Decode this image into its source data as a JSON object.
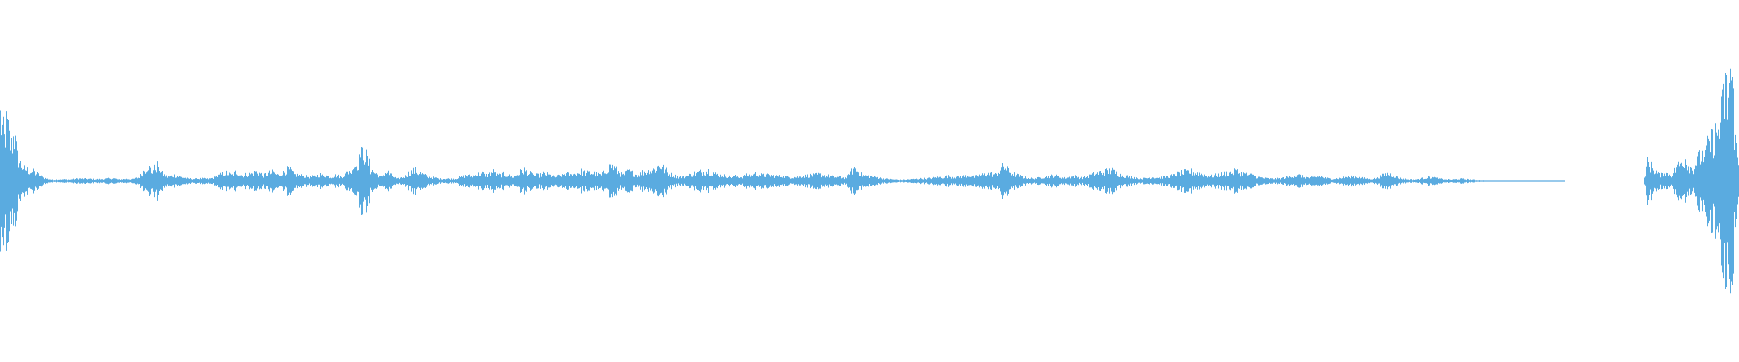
{
  "waveform": {
    "color": "#5aabe0",
    "background": "#ffffff",
    "duration_fraction_silent_tail_start": 0.917,
    "envelope": [
      [
        0.0,
        0.34
      ],
      [
        0.002,
        0.22
      ],
      [
        0.004,
        0.3
      ],
      [
        0.006,
        0.18
      ],
      [
        0.008,
        0.26
      ],
      [
        0.01,
        0.12
      ],
      [
        0.012,
        0.08
      ],
      [
        0.015,
        0.06
      ],
      [
        0.018,
        0.05
      ],
      [
        0.021,
        0.04
      ],
      [
        0.024,
        0.02
      ],
      [
        0.027,
        0.01
      ],
      [
        0.03,
        0.005
      ],
      [
        0.035,
        0.008
      ],
      [
        0.04,
        0.006
      ],
      [
        0.045,
        0.012
      ],
      [
        0.05,
        0.01
      ],
      [
        0.055,
        0.008
      ],
      [
        0.06,
        0.01
      ],
      [
        0.065,
        0.014
      ],
      [
        0.068,
        0.006
      ],
      [
        0.072,
        0.01
      ],
      [
        0.076,
        0.008
      ],
      [
        0.08,
        0.02
      ],
      [
        0.083,
        0.06
      ],
      [
        0.085,
        0.09
      ],
      [
        0.087,
        0.05
      ],
      [
        0.089,
        0.07
      ],
      [
        0.091,
        0.09
      ],
      [
        0.093,
        0.04
      ],
      [
        0.096,
        0.02
      ],
      [
        0.1,
        0.03
      ],
      [
        0.104,
        0.02
      ],
      [
        0.108,
        0.012
      ],
      [
        0.112,
        0.01
      ],
      [
        0.116,
        0.012
      ],
      [
        0.12,
        0.01
      ],
      [
        0.124,
        0.02
      ],
      [
        0.127,
        0.035
      ],
      [
        0.13,
        0.045
      ],
      [
        0.133,
        0.03
      ],
      [
        0.136,
        0.05
      ],
      [
        0.139,
        0.03
      ],
      [
        0.142,
        0.035
      ],
      [
        0.145,
        0.04
      ],
      [
        0.148,
        0.05
      ],
      [
        0.151,
        0.03
      ],
      [
        0.154,
        0.04
      ],
      [
        0.157,
        0.045
      ],
      [
        0.16,
        0.03
      ],
      [
        0.163,
        0.055
      ],
      [
        0.166,
        0.06
      ],
      [
        0.169,
        0.035
      ],
      [
        0.172,
        0.03
      ],
      [
        0.175,
        0.025
      ],
      [
        0.178,
        0.02
      ],
      [
        0.181,
        0.025
      ],
      [
        0.184,
        0.035
      ],
      [
        0.187,
        0.03
      ],
      [
        0.19,
        0.02
      ],
      [
        0.193,
        0.03
      ],
      [
        0.196,
        0.02
      ],
      [
        0.199,
        0.04
      ],
      [
        0.202,
        0.07
      ],
      [
        0.205,
        0.09
      ],
      [
        0.207,
        0.12
      ],
      [
        0.209,
        0.16
      ],
      [
        0.211,
        0.11
      ],
      [
        0.213,
        0.06
      ],
      [
        0.216,
        0.04
      ],
      [
        0.219,
        0.02
      ],
      [
        0.222,
        0.05
      ],
      [
        0.225,
        0.03
      ],
      [
        0.228,
        0.01
      ],
      [
        0.232,
        0.02
      ],
      [
        0.235,
        0.04
      ],
      [
        0.238,
        0.055
      ],
      [
        0.241,
        0.045
      ],
      [
        0.244,
        0.03
      ],
      [
        0.247,
        0.02
      ],
      [
        0.25,
        0.015
      ],
      [
        0.253,
        0.01
      ],
      [
        0.256,
        0.012
      ],
      [
        0.259,
        0.01
      ],
      [
        0.262,
        0.012
      ],
      [
        0.265,
        0.02
      ],
      [
        0.268,
        0.03
      ],
      [
        0.271,
        0.025
      ],
      [
        0.274,
        0.035
      ],
      [
        0.277,
        0.04
      ],
      [
        0.28,
        0.03
      ],
      [
        0.283,
        0.05
      ],
      [
        0.286,
        0.03
      ],
      [
        0.289,
        0.035
      ],
      [
        0.292,
        0.03
      ],
      [
        0.295,
        0.02
      ],
      [
        0.298,
        0.04
      ],
      [
        0.301,
        0.06
      ],
      [
        0.304,
        0.04
      ],
      [
        0.307,
        0.03
      ],
      [
        0.31,
        0.03
      ],
      [
        0.313,
        0.04
      ],
      [
        0.316,
        0.03
      ],
      [
        0.319,
        0.02
      ],
      [
        0.322,
        0.03
      ],
      [
        0.325,
        0.04
      ],
      [
        0.328,
        0.03
      ],
      [
        0.331,
        0.04
      ],
      [
        0.334,
        0.05
      ],
      [
        0.337,
        0.04
      ],
      [
        0.34,
        0.045
      ],
      [
        0.343,
        0.035
      ],
      [
        0.346,
        0.03
      ],
      [
        0.349,
        0.07
      ],
      [
        0.352,
        0.08
      ],
      [
        0.355,
        0.05
      ],
      [
        0.358,
        0.03
      ],
      [
        0.361,
        0.05
      ],
      [
        0.364,
        0.04
      ],
      [
        0.367,
        0.03
      ],
      [
        0.37,
        0.05
      ],
      [
        0.373,
        0.05
      ],
      [
        0.376,
        0.06
      ],
      [
        0.379,
        0.09
      ],
      [
        0.381,
        0.07
      ],
      [
        0.384,
        0.04
      ],
      [
        0.387,
        0.03
      ],
      [
        0.39,
        0.02
      ],
      [
        0.393,
        0.02
      ],
      [
        0.396,
        0.03
      ],
      [
        0.399,
        0.04
      ],
      [
        0.402,
        0.045
      ],
      [
        0.405,
        0.05
      ],
      [
        0.408,
        0.055
      ],
      [
        0.411,
        0.04
      ],
      [
        0.414,
        0.03
      ],
      [
        0.417,
        0.03
      ],
      [
        0.42,
        0.02
      ],
      [
        0.423,
        0.025
      ],
      [
        0.426,
        0.02
      ],
      [
        0.429,
        0.03
      ],
      [
        0.432,
        0.03
      ],
      [
        0.435,
        0.04
      ],
      [
        0.438,
        0.03
      ],
      [
        0.441,
        0.03
      ],
      [
        0.444,
        0.03
      ],
      [
        0.447,
        0.025
      ],
      [
        0.45,
        0.025
      ],
      [
        0.453,
        0.02
      ],
      [
        0.456,
        0.02
      ],
      [
        0.459,
        0.02
      ],
      [
        0.462,
        0.025
      ],
      [
        0.465,
        0.03
      ],
      [
        0.468,
        0.03
      ],
      [
        0.471,
        0.035
      ],
      [
        0.474,
        0.03
      ],
      [
        0.477,
        0.025
      ],
      [
        0.48,
        0.02
      ],
      [
        0.483,
        0.02
      ],
      [
        0.486,
        0.015
      ],
      [
        0.489,
        0.04
      ],
      [
        0.491,
        0.07
      ],
      [
        0.493,
        0.05
      ],
      [
        0.496,
        0.03
      ],
      [
        0.5,
        0.025
      ],
      [
        0.503,
        0.02
      ],
      [
        0.506,
        0.015
      ],
      [
        0.509,
        0.01
      ],
      [
        0.512,
        0.008
      ],
      [
        0.515,
        0.006
      ],
      [
        0.518,
        0.005
      ],
      [
        0.521,
        0.006
      ],
      [
        0.524,
        0.008
      ],
      [
        0.527,
        0.01
      ],
      [
        0.53,
        0.012
      ],
      [
        0.533,
        0.012
      ],
      [
        0.536,
        0.015
      ],
      [
        0.539,
        0.018
      ],
      [
        0.542,
        0.02
      ],
      [
        0.545,
        0.025
      ],
      [
        0.548,
        0.02
      ],
      [
        0.551,
        0.02
      ],
      [
        0.554,
        0.025
      ],
      [
        0.557,
        0.03
      ],
      [
        0.56,
        0.02
      ],
      [
        0.563,
        0.03
      ],
      [
        0.566,
        0.035
      ],
      [
        0.569,
        0.04
      ],
      [
        0.572,
        0.03
      ],
      [
        0.575,
        0.06
      ],
      [
        0.577,
        0.08
      ],
      [
        0.579,
        0.06
      ],
      [
        0.582,
        0.04
      ],
      [
        0.585,
        0.03
      ],
      [
        0.588,
        0.02
      ],
      [
        0.591,
        0.015
      ],
      [
        0.594,
        0.012
      ],
      [
        0.597,
        0.015
      ],
      [
        0.6,
        0.02
      ],
      [
        0.603,
        0.025
      ],
      [
        0.606,
        0.03
      ],
      [
        0.609,
        0.02
      ],
      [
        0.612,
        0.015
      ],
      [
        0.615,
        0.02
      ],
      [
        0.618,
        0.025
      ],
      [
        0.621,
        0.015
      ],
      [
        0.624,
        0.02
      ],
      [
        0.627,
        0.03
      ],
      [
        0.63,
        0.04
      ],
      [
        0.633,
        0.045
      ],
      [
        0.636,
        0.05
      ],
      [
        0.639,
        0.055
      ],
      [
        0.642,
        0.04
      ],
      [
        0.645,
        0.03
      ],
      [
        0.648,
        0.025
      ],
      [
        0.651,
        0.02
      ],
      [
        0.654,
        0.015
      ],
      [
        0.657,
        0.012
      ],
      [
        0.66,
        0.015
      ],
      [
        0.663,
        0.02
      ],
      [
        0.666,
        0.015
      ],
      [
        0.669,
        0.02
      ],
      [
        0.672,
        0.025
      ],
      [
        0.675,
        0.03
      ],
      [
        0.678,
        0.04
      ],
      [
        0.681,
        0.045
      ],
      [
        0.684,
        0.05
      ],
      [
        0.687,
        0.045
      ],
      [
        0.69,
        0.04
      ],
      [
        0.693,
        0.03
      ],
      [
        0.696,
        0.025
      ],
      [
        0.699,
        0.03
      ],
      [
        0.702,
        0.035
      ],
      [
        0.705,
        0.04
      ],
      [
        0.708,
        0.045
      ],
      [
        0.711,
        0.05
      ],
      [
        0.714,
        0.04
      ],
      [
        0.717,
        0.035
      ],
      [
        0.72,
        0.03
      ],
      [
        0.723,
        0.02
      ],
      [
        0.726,
        0.015
      ],
      [
        0.729,
        0.012
      ],
      [
        0.732,
        0.01
      ],
      [
        0.735,
        0.012
      ],
      [
        0.738,
        0.015
      ],
      [
        0.741,
        0.02
      ],
      [
        0.744,
        0.025
      ],
      [
        0.747,
        0.03
      ],
      [
        0.75,
        0.02
      ],
      [
        0.753,
        0.015
      ],
      [
        0.756,
        0.02
      ],
      [
        0.759,
        0.025
      ],
      [
        0.762,
        0.015
      ],
      [
        0.765,
        0.01
      ],
      [
        0.768,
        0.012
      ],
      [
        0.771,
        0.015
      ],
      [
        0.774,
        0.02
      ],
      [
        0.777,
        0.025
      ],
      [
        0.78,
        0.02
      ],
      [
        0.783,
        0.015
      ],
      [
        0.786,
        0.012
      ],
      [
        0.789,
        0.01
      ],
      [
        0.792,
        0.015
      ],
      [
        0.795,
        0.03
      ],
      [
        0.798,
        0.04
      ],
      [
        0.801,
        0.03
      ],
      [
        0.804,
        0.015
      ],
      [
        0.807,
        0.01
      ],
      [
        0.81,
        0.008
      ],
      [
        0.813,
        0.006
      ],
      [
        0.816,
        0.01
      ],
      [
        0.819,
        0.015
      ],
      [
        0.822,
        0.02
      ],
      [
        0.825,
        0.015
      ],
      [
        0.828,
        0.01
      ],
      [
        0.831,
        0.008
      ],
      [
        0.834,
        0.006
      ],
      [
        0.837,
        0.008
      ],
      [
        0.84,
        0.01
      ],
      [
        0.843,
        0.008
      ],
      [
        0.846,
        0.006
      ],
      [
        0.849,
        0.004
      ],
      [
        0.852,
        0.003
      ],
      [
        0.855,
        0.002
      ],
      [
        0.858,
        0.001
      ],
      [
        0.861,
        0.002
      ],
      [
        0.864,
        0.001
      ],
      [
        0.867,
        0.002
      ],
      [
        0.87,
        0.001
      ],
      [
        0.873,
        0.002
      ],
      [
        0.876,
        0.001
      ],
      [
        0.879,
        0.001
      ],
      [
        0.882,
        0.001
      ],
      [
        0.885,
        0.001
      ],
      [
        0.888,
        0.001
      ],
      [
        0.891,
        0.001
      ],
      [
        0.894,
        0.001
      ],
      [
        0.897,
        0.001
      ],
      [
        0.9,
        0.0
      ],
      [
        0.905,
        0.0
      ],
      [
        0.91,
        0.0
      ],
      [
        0.915,
        0.0
      ],
      [
        0.918,
        0.0
      ],
      [
        0.945,
        0.0
      ],
      [
        0.947,
        0.1
      ],
      [
        0.949,
        0.08
      ],
      [
        0.951,
        0.06
      ],
      [
        0.953,
        0.04
      ],
      [
        0.955,
        0.03
      ],
      [
        0.957,
        0.05
      ],
      [
        0.959,
        0.04
      ],
      [
        0.961,
        0.03
      ],
      [
        0.963,
        0.06
      ],
      [
        0.965,
        0.08
      ],
      [
        0.967,
        0.1
      ],
      [
        0.969,
        0.12
      ],
      [
        0.971,
        0.08
      ],
      [
        0.973,
        0.06
      ],
      [
        0.975,
        0.1
      ],
      [
        0.977,
        0.12
      ],
      [
        0.979,
        0.14
      ],
      [
        0.981,
        0.16
      ],
      [
        0.983,
        0.2
      ],
      [
        0.985,
        0.22
      ],
      [
        0.987,
        0.25
      ],
      [
        0.989,
        0.3
      ],
      [
        0.99,
        0.36
      ],
      [
        0.991,
        0.45
      ],
      [
        0.992,
        0.55
      ],
      [
        0.993,
        0.4
      ],
      [
        0.994,
        0.5
      ],
      [
        0.995,
        0.6
      ],
      [
        0.996,
        0.45
      ],
      [
        0.997,
        0.3
      ],
      [
        0.998,
        0.2
      ],
      [
        0.999,
        0.12
      ],
      [
        1.0,
        0.05
      ]
    ]
  }
}
